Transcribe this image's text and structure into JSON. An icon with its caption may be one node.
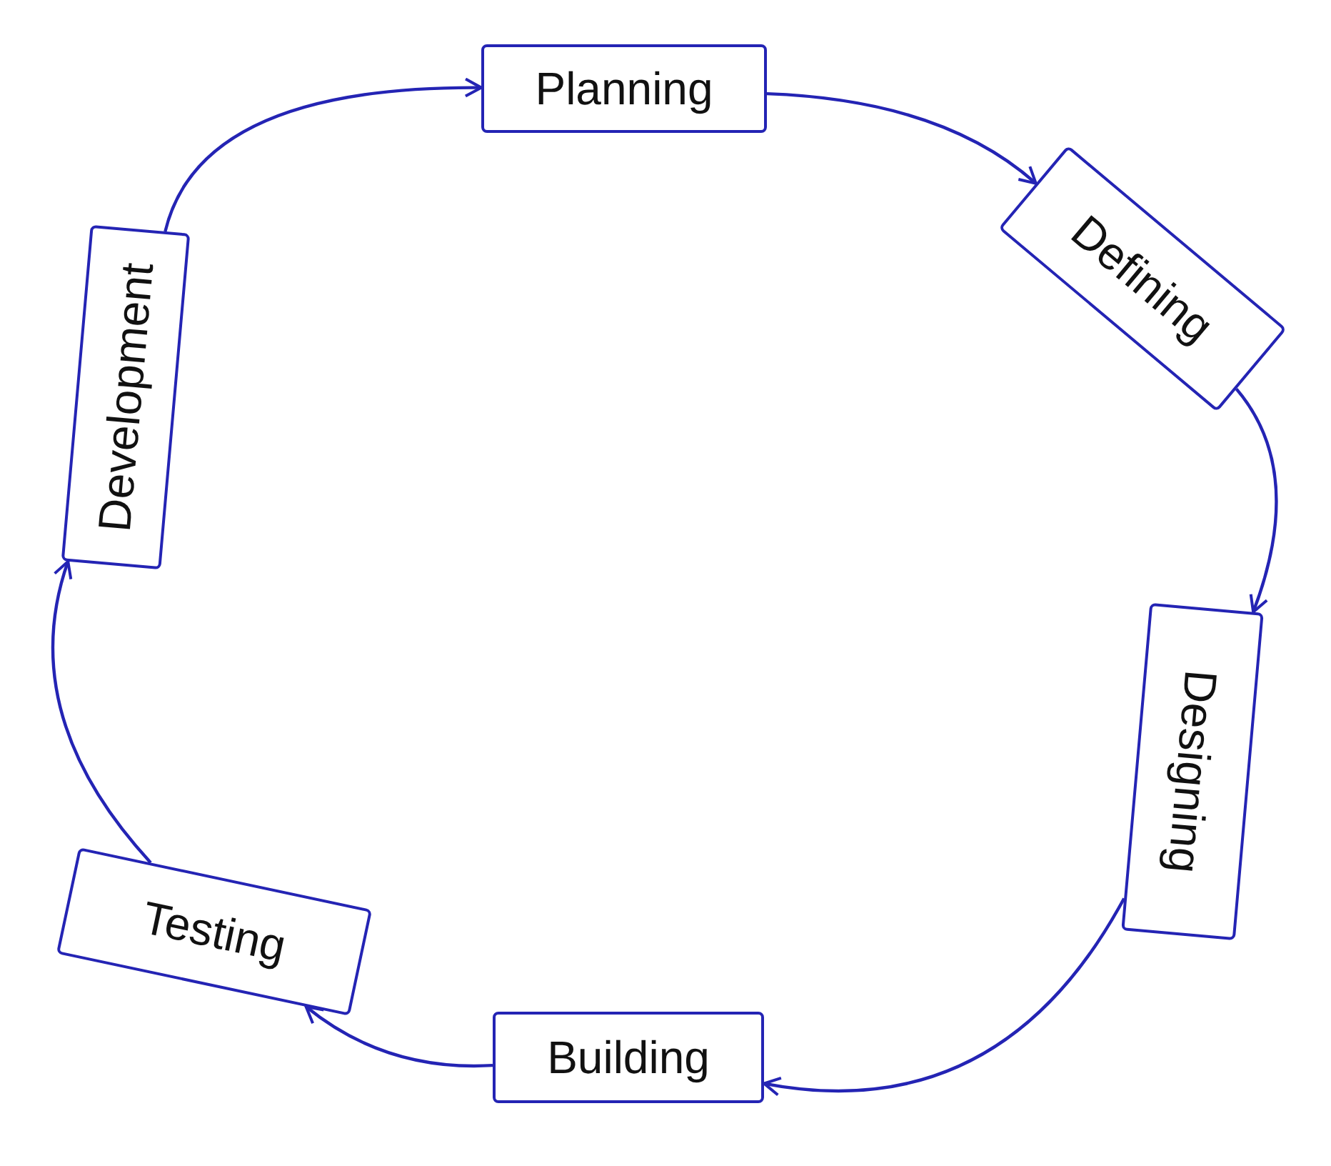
{
  "diagram": {
    "nodes": [
      {
        "text": [
          "Planning"
        ]
      },
      {
        "text": [
          "Defining"
        ]
      },
      {
        "text": [
          "Designing"
        ]
      },
      {
        "text": [
          "Building"
        ]
      },
      {
        "text": [
          "Testing"
        ]
      },
      {
        "text": [
          "Development"
        ]
      }
    ],
    "edges": [
      {
        "from": 0,
        "to": 1,
        "arrow": "to"
      },
      {
        "from": 1,
        "to": 2,
        "arrow": "to"
      },
      {
        "from": 2,
        "to": 3,
        "arrow": "to"
      },
      {
        "from": 3,
        "to": 4,
        "arrow": "to"
      },
      {
        "from": 4,
        "to": 5,
        "arrow": "to"
      },
      {
        "from": 5,
        "to": 0,
        "arrow": "to"
      }
    ]
  }
}
